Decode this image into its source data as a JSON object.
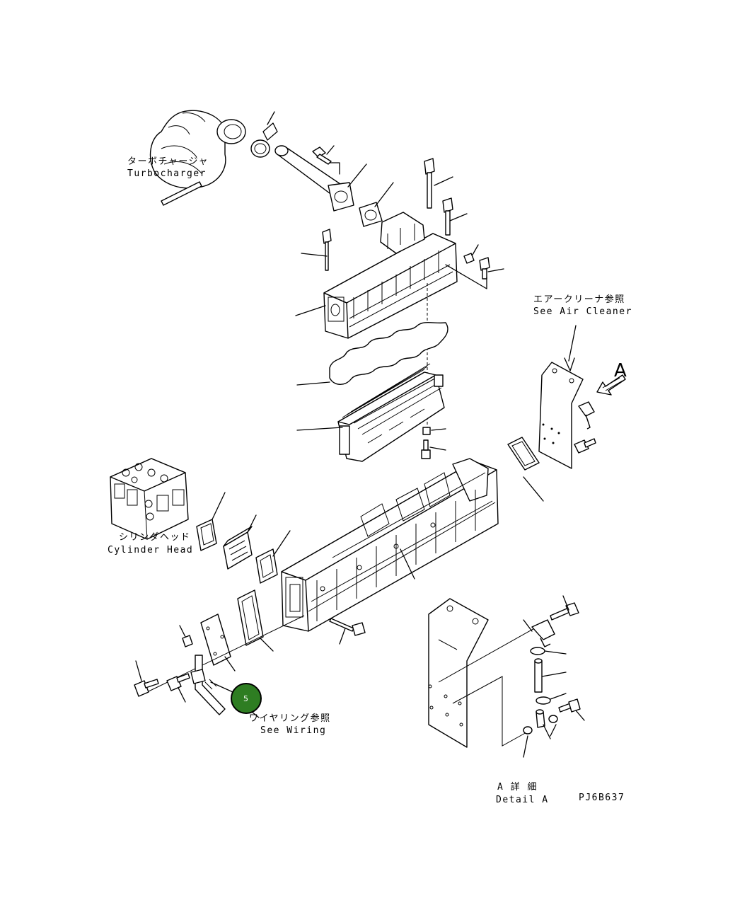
{
  "labels": {
    "turbo_jp": "ターボチャージャ",
    "turbo_en": "Turbocharger",
    "air_jp": "エアークリーナ参照",
    "air_en": "See Air Cleaner",
    "cyl_jp": "シリンダヘッド",
    "cyl_en": "Cylinder Head",
    "wiring_jp": "ワイヤリング参照",
    "wiring_en": "See Wiring",
    "detail_jp": "A 詳 細",
    "detail_en": "Detail A",
    "view_letter": "A",
    "drawing_code": "PJ6B637"
  },
  "callout": {
    "number": "5",
    "color": "#2e7d22"
  },
  "colors": {
    "line": "#000000",
    "background": "#ffffff"
  }
}
